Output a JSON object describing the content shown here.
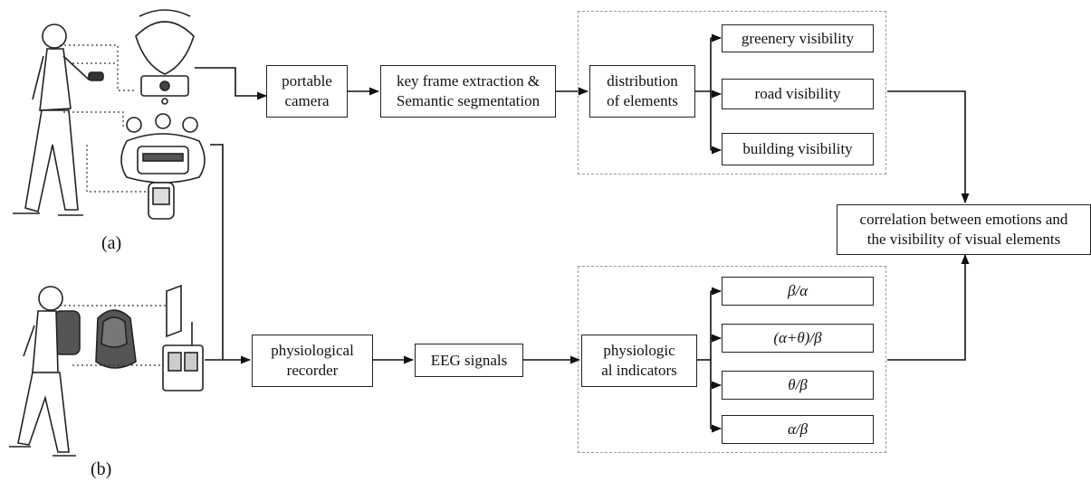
{
  "figure_labels": {
    "a": "(a)",
    "b": "(b)"
  },
  "top_row": {
    "portable_camera": "portable\ncamera",
    "key_frame": "key frame extraction &\nSemantic segmentation",
    "distribution": "distribution\nof elements",
    "greenery": "greenery visibility",
    "road": "road visibility",
    "building": "building visibility"
  },
  "bottom_row": {
    "physiological_recorder": "physiological\nrecorder",
    "eeg_signals": "EEG signals",
    "physiological_indicators": "physiologic\nal indicators",
    "ratio_beta_alpha": "β/α",
    "ratio_alpha_theta_beta": "(α+θ)/β",
    "ratio_theta_beta": "θ/β",
    "ratio_alpha_beta": "α/β"
  },
  "correlation": "correlation between emotions and\nthe visibility of visual elements"
}
